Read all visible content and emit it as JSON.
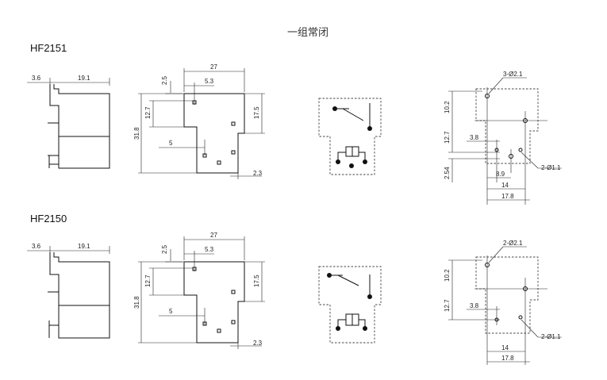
{
  "title": "一组常闭",
  "sections": [
    {
      "model": "HF2151",
      "side_view": {
        "dim_top_left": "3.6",
        "dim_top_right": "19.1"
      },
      "front_view": {
        "width": "27",
        "offset_top": "2.5",
        "terminal_gap": "5.3",
        "height_upper": "12.7",
        "height_total": "31.8",
        "height_right": "17.5",
        "offset_left": "5",
        "bottom_right": "2.3"
      },
      "pcb_layout": {
        "hole_large": "3-Ø2.1",
        "hole_small": "2-Ø1.1",
        "v_top": "10.2",
        "v_mid": "12.7",
        "v_bottom": "2.54",
        "h_a": "3.8",
        "h_b": "8.9",
        "h_c": "14",
        "h_d": "17.8"
      }
    },
    {
      "model": "HF2150",
      "side_view": {
        "dim_top_left": "3.6",
        "dim_top_right": "19.1"
      },
      "front_view": {
        "width": "27",
        "offset_top": "2.5",
        "terminal_gap": "5.3",
        "height_upper": "12.7",
        "height_total": "31.8",
        "height_right": "17.5",
        "offset_left": "5",
        "bottom_right": "2.3"
      },
      "pcb_layout": {
        "hole_large": "2-Ø2.1",
        "hole_small": "2-Ø1.1",
        "v_top": "10.2",
        "v_mid": "12.7",
        "h_a": "3.8",
        "h_c": "14",
        "h_d": "17.8"
      }
    }
  ]
}
